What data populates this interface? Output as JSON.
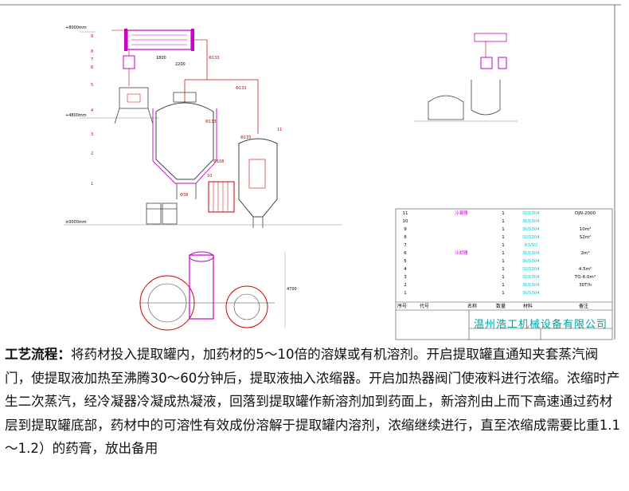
{
  "drawing": {
    "elevations": [
      "+8000mm",
      "+4800mm",
      "±0000mm"
    ],
    "callouts": [
      "9",
      "8",
      "7",
      "6",
      "5",
      "4",
      "3",
      "2",
      "1",
      "11",
      "10"
    ],
    "dims": [
      "4700",
      "1800",
      "2200"
    ],
    "pipe_sizes": [
      "Φ133",
      "Φ133",
      "Φ133",
      "Φ133",
      "Φ108",
      "Φ38"
    ]
  },
  "title_block": {
    "rows": [
      {
        "no": "11",
        "name": "冷凝器",
        "qty": "1",
        "material": "SUS304",
        "remark": "DJN-2000"
      },
      {
        "no": "10",
        "name": "",
        "qty": "1",
        "material": "SUS304",
        "remark": ""
      },
      {
        "no": "9",
        "name": "",
        "qty": "1",
        "material": "SUS304",
        "remark": "10m²"
      },
      {
        "no": "8",
        "name": "",
        "qty": "1",
        "material": "SUS304",
        "remark": "S2m²"
      },
      {
        "no": "7",
        "name": "",
        "qty": "1",
        "material": "A3/SU",
        "remark": ""
      },
      {
        "no": "6",
        "name": "冷却器",
        "qty": "1",
        "material": "SUS304",
        "remark": "2m²"
      },
      {
        "no": "5",
        "name": "",
        "qty": "1",
        "material": "SUS304",
        "remark": ""
      },
      {
        "no": "4",
        "name": "",
        "qty": "1",
        "material": "SUS304",
        "remark": "4.5m²"
      },
      {
        "no": "3",
        "name": "",
        "qty": "1",
        "material": "SUS304",
        "remark": "TQ-6.0m³"
      },
      {
        "no": "2",
        "name": "",
        "qty": "1",
        "material": "SUS304",
        "remark": "30T/h"
      },
      {
        "no": "1",
        "name": "",
        "qty": "1",
        "material": "SUS304",
        "remark": ""
      }
    ],
    "header": [
      "序号",
      "代号",
      "名称",
      "数量",
      "材料",
      "备注"
    ],
    "company": "温州浩工机械设备有限公司",
    "model": "",
    "product": ""
  },
  "process": {
    "label": "工艺流程：",
    "text": "将药材投入提取罐内，加药材的5～10倍的溶媒或有机溶剂。开启提取罐直通知夹套蒸汽阀门，使提取液加热至沸腾30～60分钟后，提取液抽入浓缩器。开启加热器阀门使液料进行浓缩。浓缩时产生二次蒸汽，经冷凝器冷凝成热凝液，回落到提取罐作新溶剂加到药面上，新溶剂由上而下高速通过药材层到提取罐底部，药材中的可溶性有效成份溶解于提取罐内溶剂，浓缩继续进行，直至浓缩成需要比重1.1～1.2）的药膏，放出备用"
  }
}
